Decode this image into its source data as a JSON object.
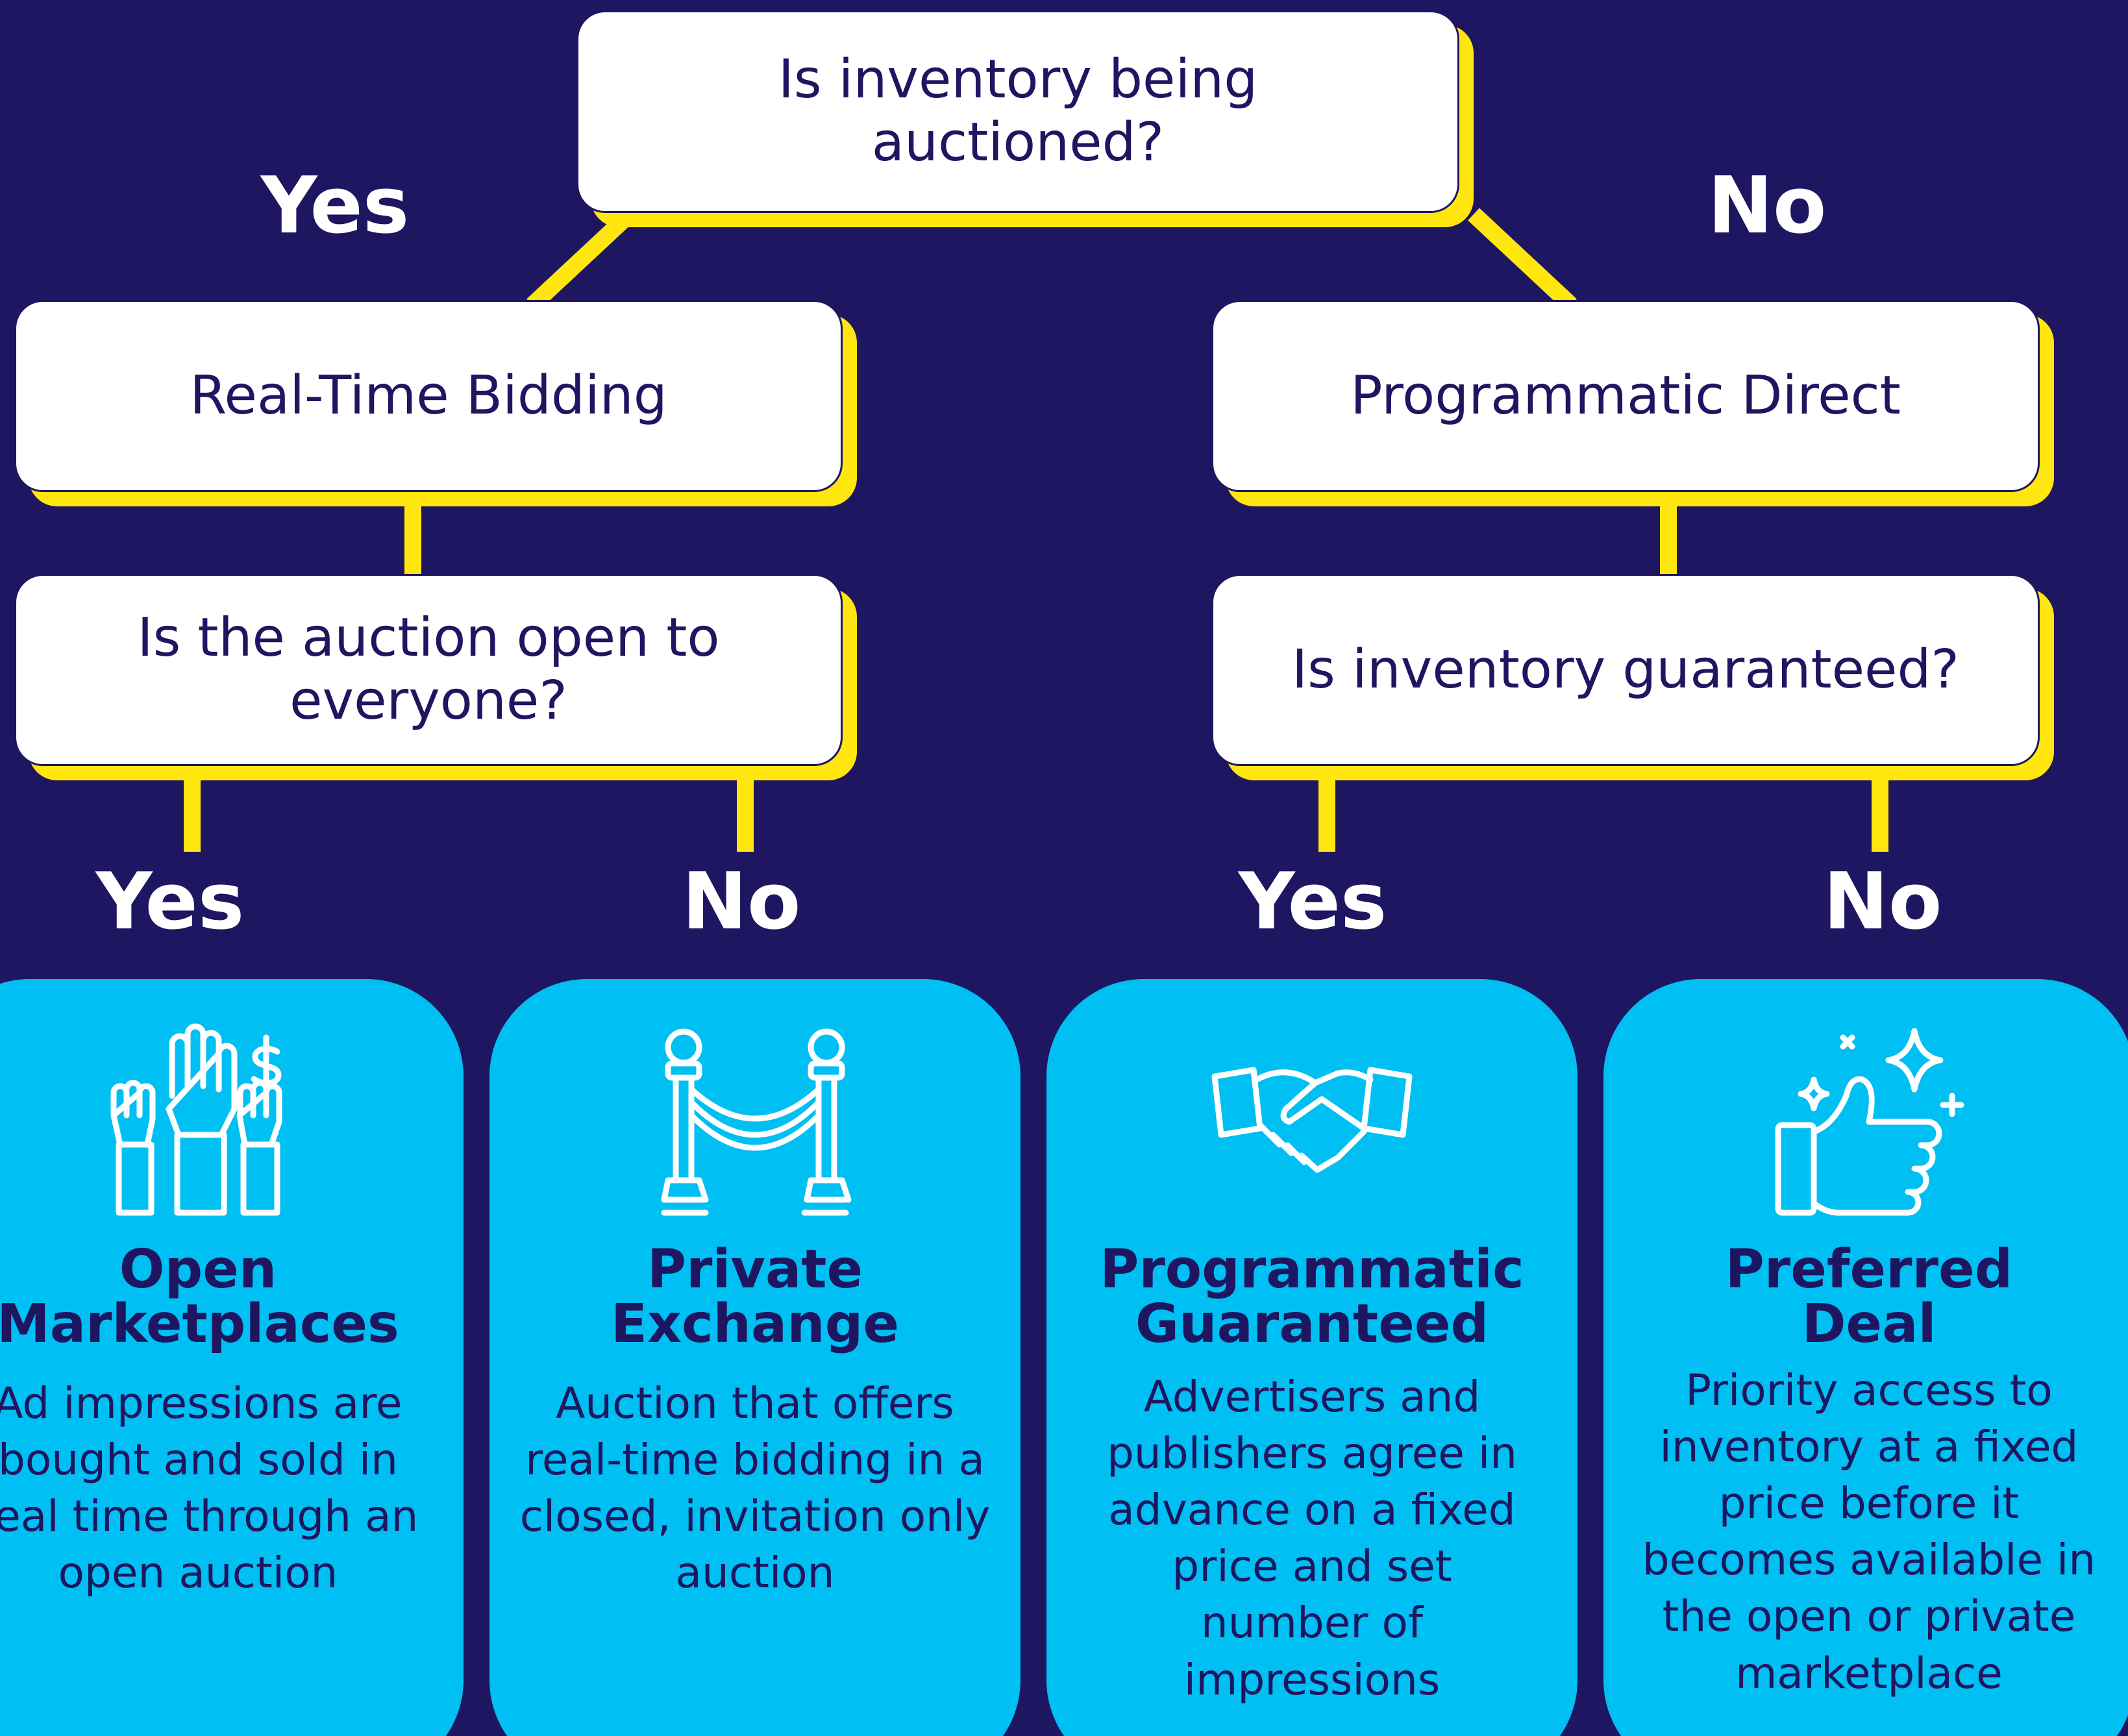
{
  "colors": {
    "background": "#1e1660",
    "connector": "#ffe60f",
    "node_fill": "#ffffff",
    "card_fill": "#00bff2",
    "text_dark": "#1e1660",
    "text_light": "#ffffff"
  },
  "root": {
    "question": "Is inventory being auctioned?"
  },
  "top_branches": {
    "yes": "Yes",
    "no": "No"
  },
  "left": {
    "category": "Real-Time Bidding",
    "question": "Is the auction open to everyone?",
    "branches": {
      "yes": "Yes",
      "no": "No"
    }
  },
  "right": {
    "category": "Programmatic Direct",
    "question": "Is inventory guaranteed?",
    "branches": {
      "yes": "Yes",
      "no": "No"
    }
  },
  "outcomes": [
    {
      "icon": "raised-hands-dollar-icon",
      "title": "Open\nMarketplaces",
      "description": "Ad impressions are\nbought and sold in\nreal time through an\nopen auction"
    },
    {
      "icon": "velvet-rope-stanchion-icon",
      "title": "Private\nExchange",
      "description": "Auction that offers\nreal-time bidding in a\nclosed, invitation only\nauction"
    },
    {
      "icon": "handshake-icon",
      "title": "Programmatic\nGuaranteed",
      "description": "Advertisers and\npublishers agree in\nadvance on a fixed\nprice and set\nnumber of\nimpressions"
    },
    {
      "icon": "thumbs-up-sparkle-icon",
      "title": "Preferred\nDeal",
      "description": "Priority access to\ninventory at a fixed\nprice before it\nbecomes available in\nthe open or private\nmarketplace"
    }
  ]
}
